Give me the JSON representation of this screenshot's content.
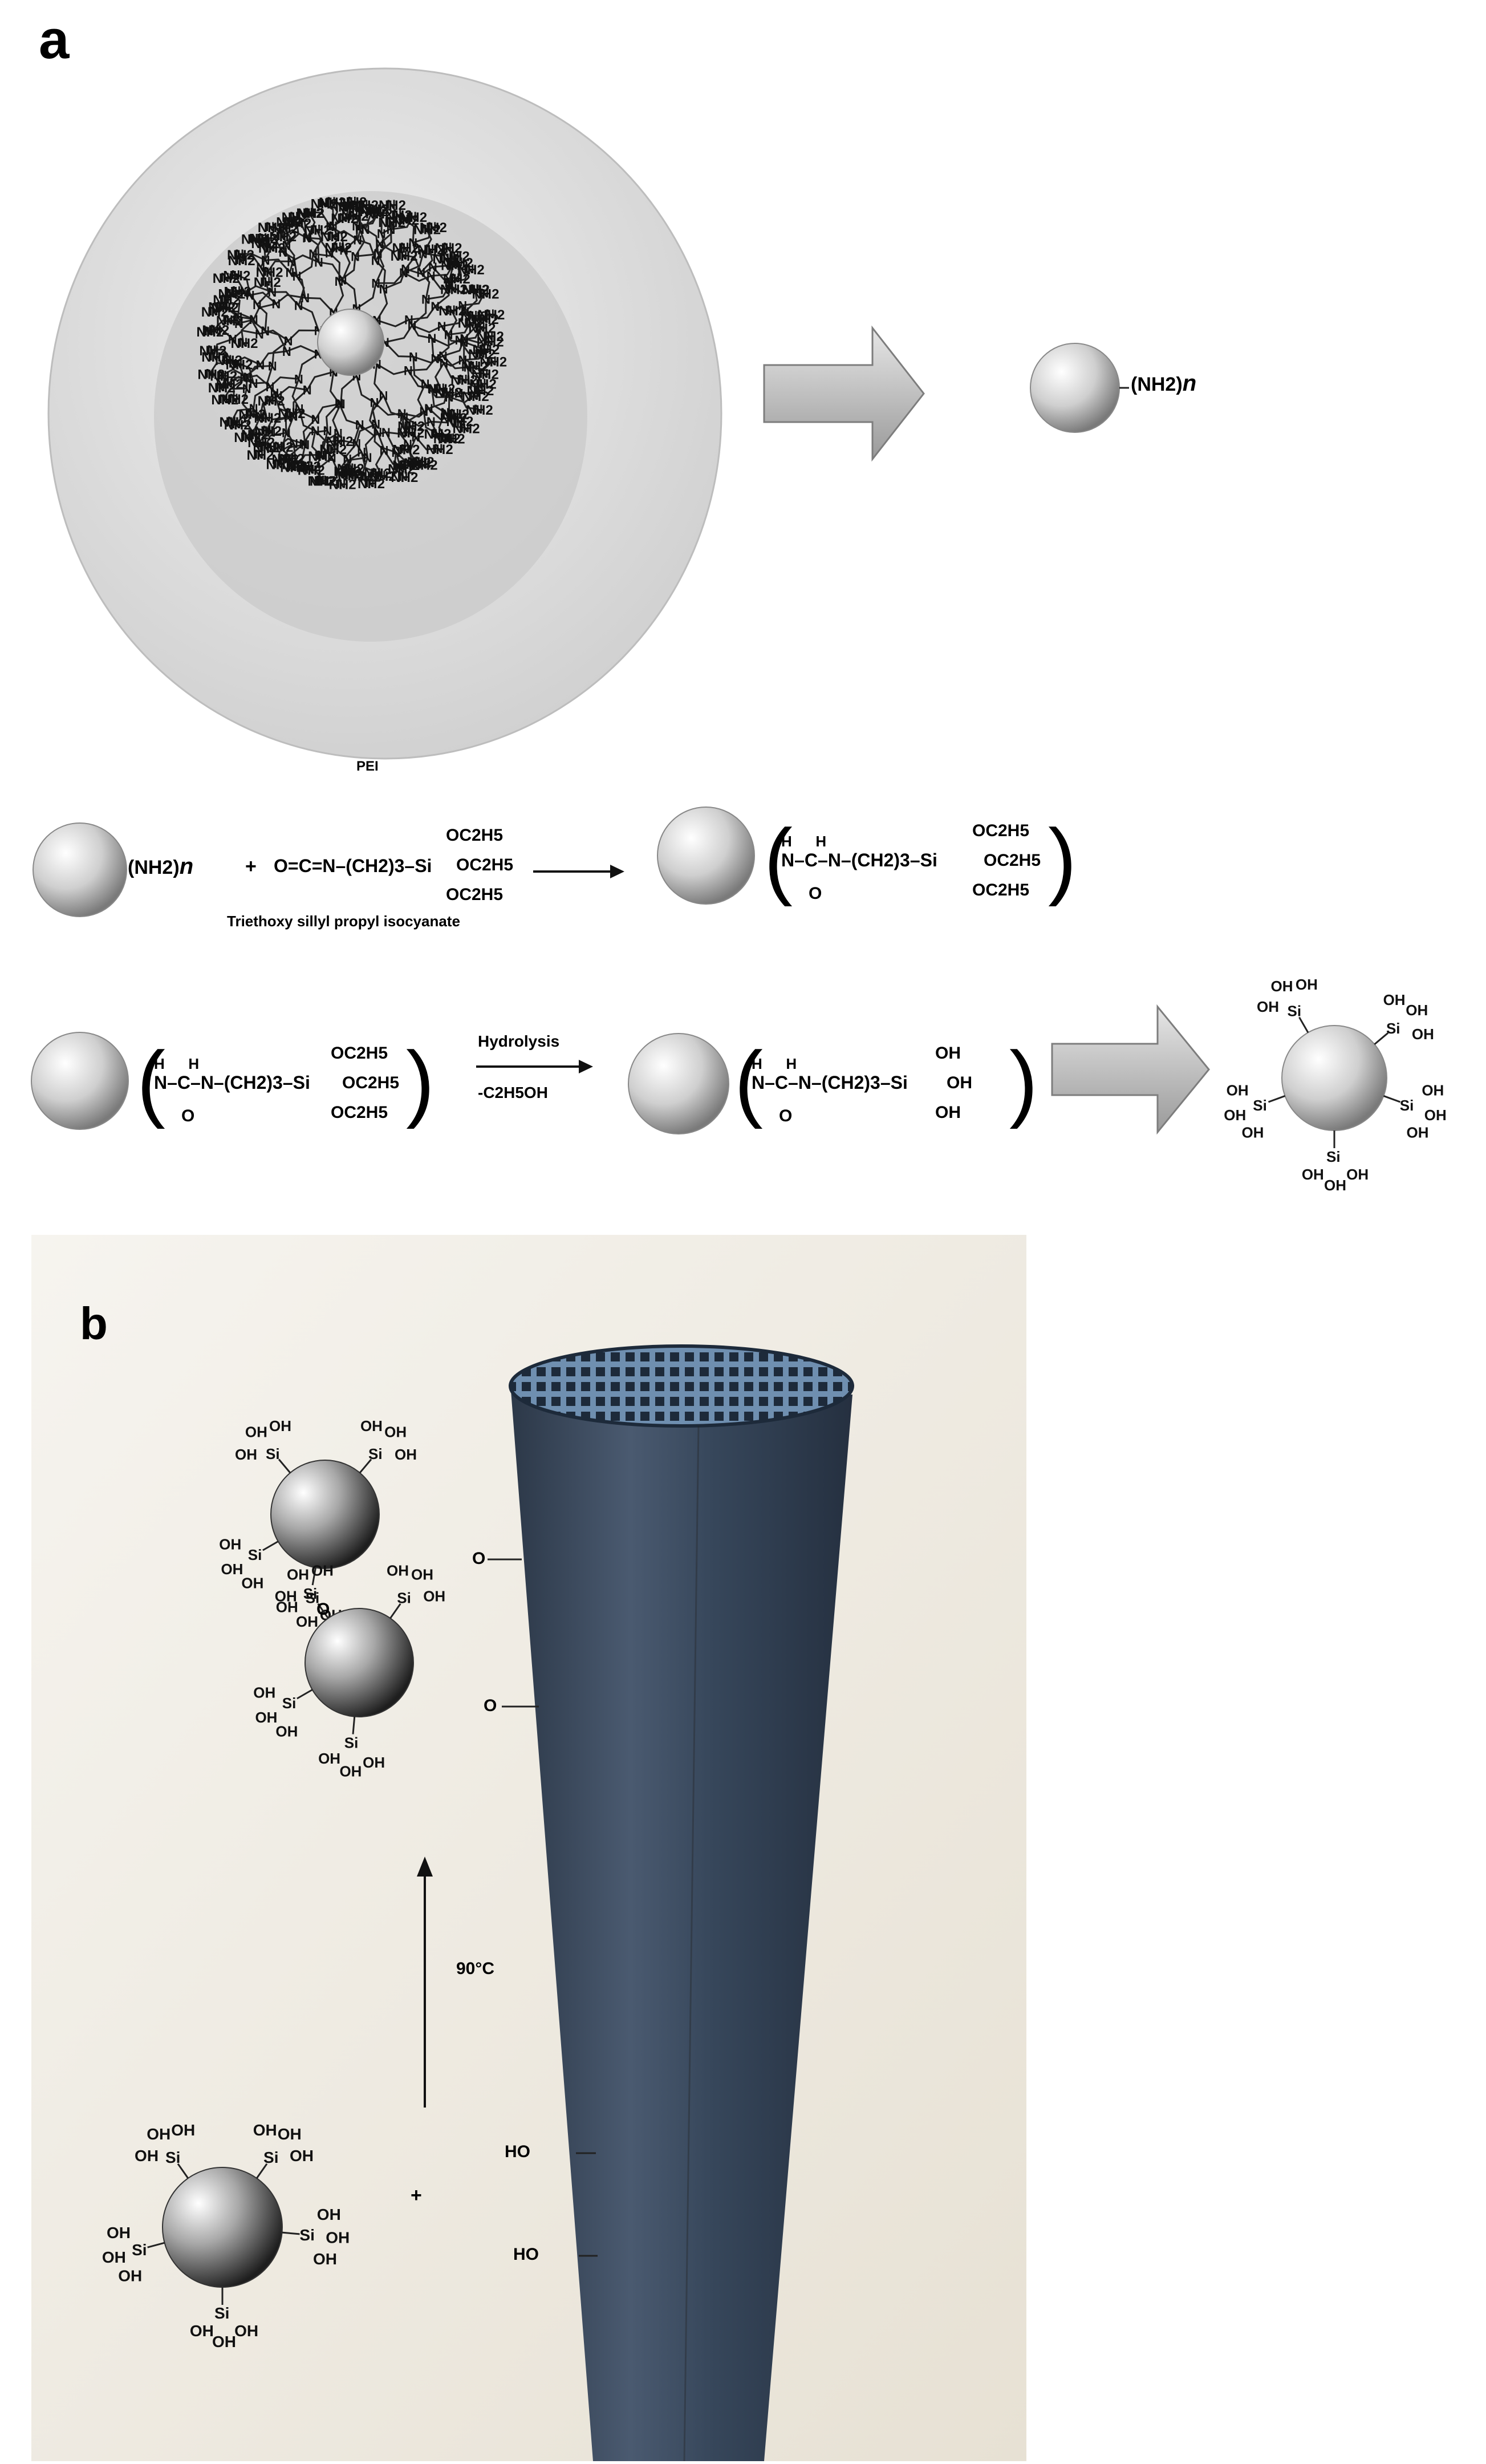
{
  "panel_a": {
    "label": "a",
    "dendrimer_caption": "PEI",
    "nh2_groups": "NH2",
    "n_subscript": "n",
    "reaction1": {
      "reagent_prefix": "O=C=N–(CH2)3–Si",
      "oc2h5": "OC2H5",
      "reagent_name": "Triethoxy sillyl propyl isocyanate",
      "product_urea": "H        H",
      "product_chain": "N–C–N–(CH2)3–Si",
      "carbonyl_o": "O",
      "plus": "+"
    },
    "reaction2": {
      "condition_top": "Hydrolysis",
      "condition_bottom": "-C2H5OH",
      "oh": "OH"
    },
    "silanol_groups": [
      "OH",
      "Si"
    ]
  },
  "panel_b": {
    "label": "b",
    "temperature": "90°C",
    "plus": "+",
    "ho_label": "HO",
    "o_link": "O"
  },
  "colors": {
    "sphere_light": "#f7f7f7",
    "sphere_dark": "#808080",
    "shell": "#d9d9d9",
    "arrow": "#b8b8b8",
    "tube": "#3a4a5e",
    "photo_bg": "#efebe2"
  }
}
